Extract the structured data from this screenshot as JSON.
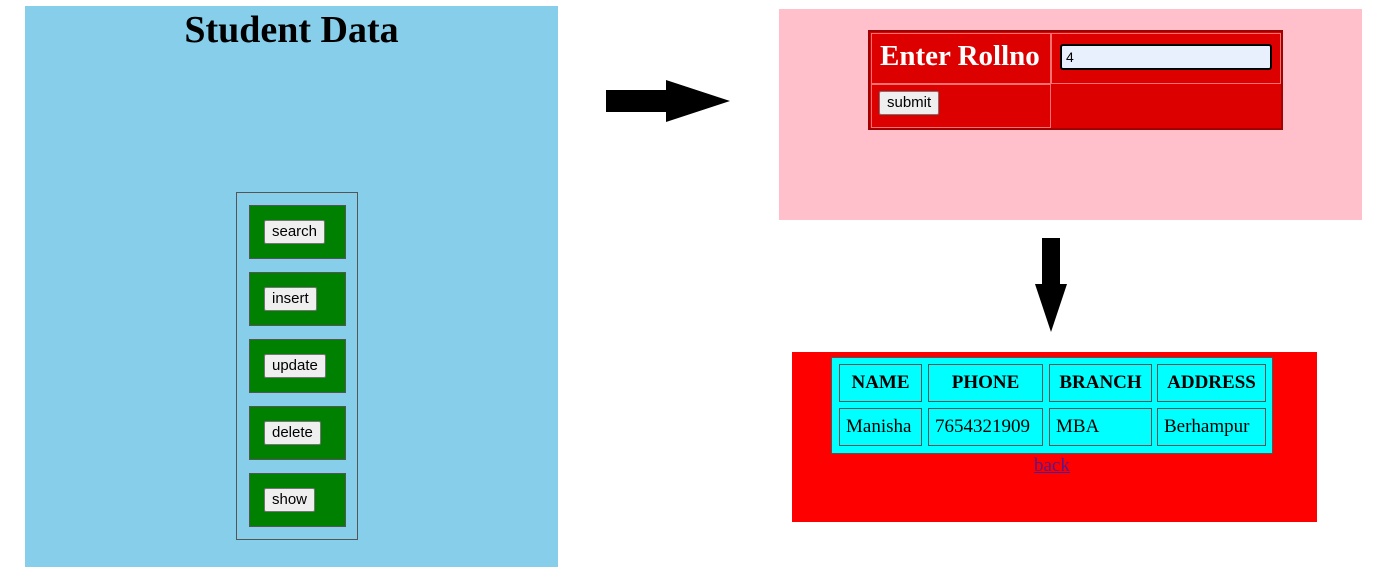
{
  "home": {
    "title": "Student Data",
    "buttons": [
      "search",
      "insert",
      "update",
      "delete",
      "show"
    ]
  },
  "search_form": {
    "label": "Enter Rollno",
    "rollno_value": "4",
    "submit_label": "submit"
  },
  "result": {
    "headers": [
      "NAME",
      "PHONE",
      "BRANCH",
      "ADDRESS"
    ],
    "row": [
      "Manisha",
      "7654321909",
      "MBA",
      "Berhampur"
    ],
    "back_label": "back"
  },
  "colors": {
    "home_bg": "#87ceeb",
    "menu_cell_bg": "#008000",
    "form_page_bg": "#ffc0cb",
    "form_table_bg": "#dd0000",
    "result_page_bg": "#ff0000",
    "result_table_bg": "#00ffff"
  },
  "icons": [
    "arrow-right-icon",
    "arrow-down-icon"
  ]
}
